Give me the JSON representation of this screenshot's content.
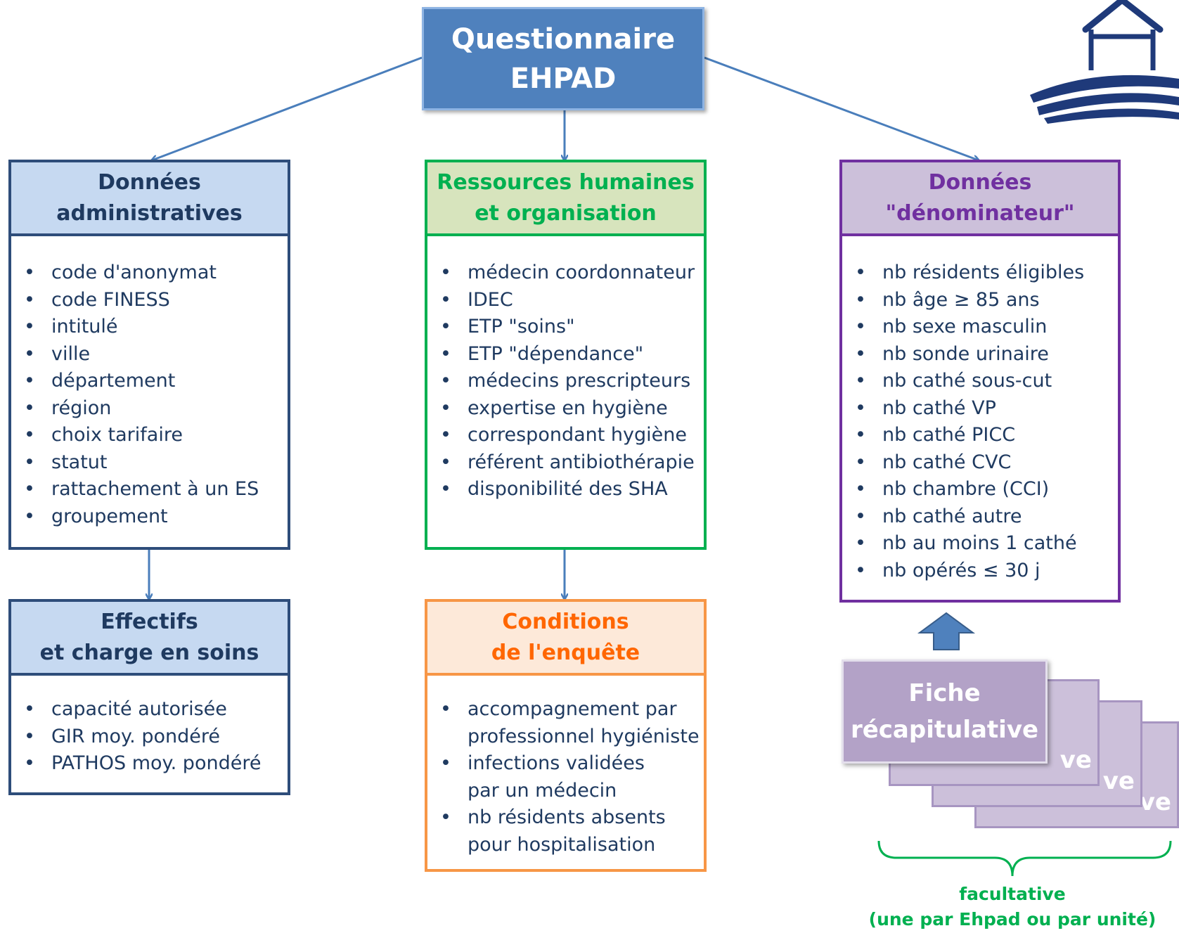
{
  "root": {
    "line1": "Questionnaire",
    "line2": "EHPAD"
  },
  "admin": {
    "title_line1": "Données",
    "title_line2": "administratives",
    "items": [
      "code d'anonymat",
      "code FINESS",
      "intitulé",
      "ville",
      "département",
      "région",
      "choix tarifaire",
      "statut",
      "rattachement à un ES",
      "groupement"
    ]
  },
  "rh": {
    "title_line1": "Ressources humaines",
    "title_line2": "et organisation",
    "items": [
      "médecin coordonnateur",
      "IDEC",
      "ETP \"soins\"",
      "ETP \"dépendance\"",
      "médecins prescripteurs",
      "expertise en hygiène",
      "correspondant hygiène",
      "référent antibiothérapie",
      "disponibilité des SHA"
    ]
  },
  "denom": {
    "title_line1": "Données",
    "title_line2": "\"dénominateur\"",
    "items": [
      "nb résidents éligibles",
      "nb âge ≥ 85 ans",
      "nb sexe masculin",
      "nb sonde urinaire",
      "nb cathé sous-cut",
      "nb cathé VP",
      "nb cathé PICC",
      "nb cathé CVC",
      "nb chambre (CCI)",
      "nb cathé autre",
      "nb au moins 1 cathé",
      "nb opérés ≤ 30 j"
    ]
  },
  "effectifs": {
    "title_line1": "Effectifs",
    "title_line2": "et charge en soins",
    "items": [
      "capacité autorisée",
      "GIR moy. pondéré",
      "PATHOS moy. pondéré"
    ]
  },
  "conditions": {
    "title_line1": "Conditions",
    "title_line2": "de l'enquête",
    "items": [
      "accompagnement par",
      "professionnel hygiéniste",
      "infections validées",
      "par un médecin",
      "nb résidents absents",
      "pour hospitalisation"
    ]
  },
  "fiche": {
    "line1": "Fiche",
    "line2": "récapitulative",
    "stack_tail": "ve"
  },
  "footnote": {
    "line1": "facultative",
    "line2": "(une par Ehpad ou par unité)"
  },
  "colors": {
    "blue_dark": "#1f3a60",
    "blue_fill": "#4f81bd",
    "blue_light": "#c6d9f1",
    "green": "#00b050",
    "orange": "#ff6600",
    "purple": "#7030a0",
    "purple_light": "#ccc0da"
  }
}
